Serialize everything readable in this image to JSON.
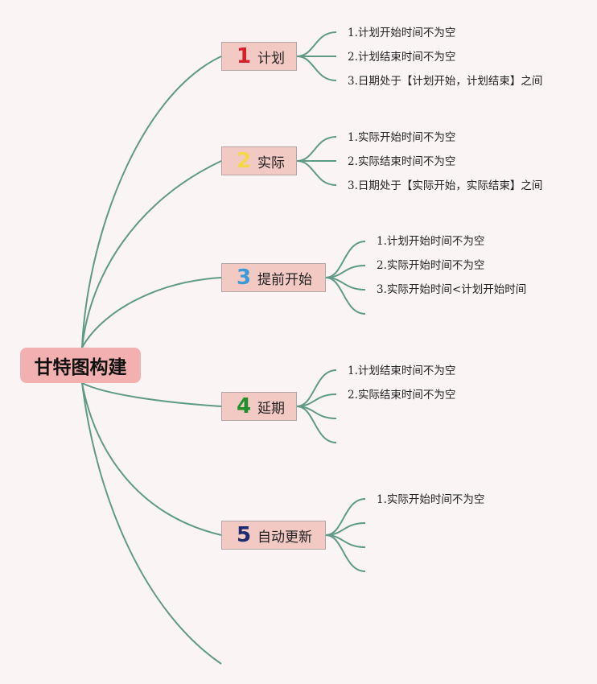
{
  "root": {
    "label": "甘特图构建"
  },
  "colors": {
    "line": "#5e9a86",
    "root_bg": "#f2b1b0",
    "node_bg": "#f3c9c4",
    "node_border": "#b3a7a5",
    "background": "#fbf4f5"
  },
  "branches": [
    {
      "number": "1",
      "number_color": "#d4202b",
      "label": "计划",
      "items": [
        "1.计划开始时间不为空",
        "2.计划结束时间不为空",
        "3.日期处于【计划开始，计划结束】之间"
      ]
    },
    {
      "number": "2",
      "number_color": "#f4d74a",
      "label": "实际",
      "items": [
        "1.实际开始时间不为空",
        "2.实际结束时间不为空",
        "3.日期处于【实际开始，实际结束】之间"
      ]
    },
    {
      "number": "3",
      "number_color": "#3a9ad9",
      "label": "提前开始",
      "items": [
        "1.计划开始时间不为空",
        "2.实际开始时间不为空",
        "3.实际开始时间<计划开始时间",
        ""
      ]
    },
    {
      "number": "4",
      "number_color": "#1f8f2b",
      "label": "延期",
      "items": [
        "1.计划结束时间不为空",
        "2.实际结束时间不为空",
        "",
        ""
      ]
    },
    {
      "number": "5",
      "number_color": "#1c2a6e",
      "label": "自动更新",
      "items": [
        "1.实际开始时间不为空",
        "",
        "",
        ""
      ]
    }
  ]
}
